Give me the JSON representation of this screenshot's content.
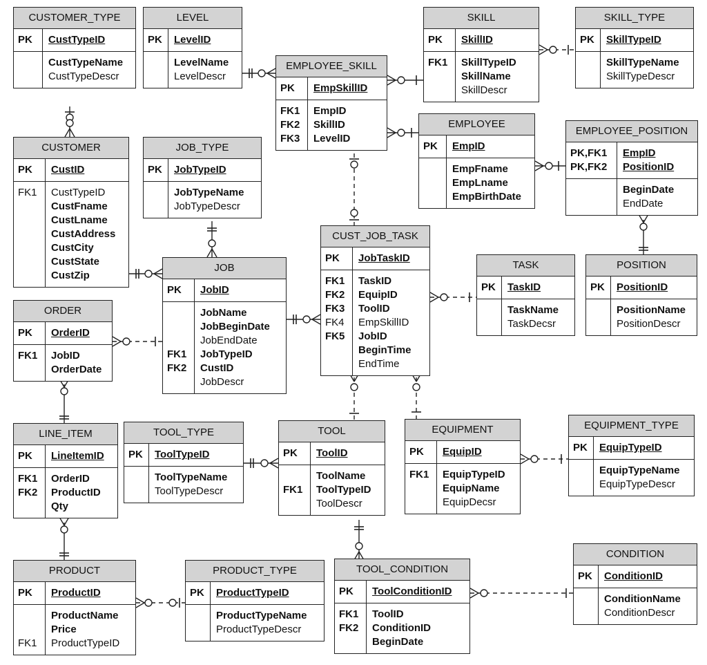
{
  "entities": {
    "customer_type": {
      "name": "CUSTOMER_TYPE",
      "pk": [
        {
          "key": "PK",
          "field": "CustTypeID"
        }
      ],
      "attrs": [
        {
          "key": "",
          "field": "CustTypeName",
          "bold": true
        },
        {
          "key": "",
          "field": "CustTypeDescr",
          "bold": false
        }
      ]
    },
    "level": {
      "name": "LEVEL",
      "pk": [
        {
          "key": "PK",
          "field": "LevelID"
        }
      ],
      "attrs": [
        {
          "key": "",
          "field": "LevelName",
          "bold": true
        },
        {
          "key": "",
          "field": "LevelDescr",
          "bold": false
        }
      ]
    },
    "employee_skill": {
      "name": "EMPLOYEE_SKILL",
      "pk": [
        {
          "key": "PK",
          "field": "EmpSkillID"
        }
      ],
      "attrs": [
        {
          "key": "FK1",
          "field": "EmpID",
          "bold": true
        },
        {
          "key": "FK2",
          "field": "SkillID",
          "bold": true
        },
        {
          "key": "FK3",
          "field": "LevelID",
          "bold": true
        }
      ]
    },
    "skill": {
      "name": "SKILL",
      "pk": [
        {
          "key": "PK",
          "field": "SkillID"
        }
      ],
      "attrs": [
        {
          "key": "FK1",
          "field": "SkillTypeID",
          "bold": true
        },
        {
          "key": "",
          "field": "SkillName",
          "bold": true
        },
        {
          "key": "",
          "field": "SkillDescr",
          "bold": false
        }
      ]
    },
    "skill_type": {
      "name": "SKILL_TYPE",
      "pk": [
        {
          "key": "PK",
          "field": "SkillTypeID"
        }
      ],
      "attrs": [
        {
          "key": "",
          "field": "SkillTypeName",
          "bold": true
        },
        {
          "key": "",
          "field": "SkillTypeDescr",
          "bold": false
        }
      ]
    },
    "customer": {
      "name": "CUSTOMER",
      "pk": [
        {
          "key": "PK",
          "field": "CustID"
        }
      ],
      "attrs": [
        {
          "key": "FK1",
          "field": "CustTypeID",
          "bold": false
        },
        {
          "key": "",
          "field": "CustFname",
          "bold": true
        },
        {
          "key": "",
          "field": "CustLname",
          "bold": true
        },
        {
          "key": "",
          "field": "CustAddress",
          "bold": true
        },
        {
          "key": "",
          "field": "CustCity",
          "bold": true
        },
        {
          "key": "",
          "field": "CustState",
          "bold": true
        },
        {
          "key": "",
          "field": "CustZip",
          "bold": true
        }
      ]
    },
    "job_type": {
      "name": "JOB_TYPE",
      "pk": [
        {
          "key": "PK",
          "field": "JobTypeID"
        }
      ],
      "attrs": [
        {
          "key": "",
          "field": "JobTypeName",
          "bold": true
        },
        {
          "key": "",
          "field": "JobTypeDescr",
          "bold": false
        }
      ]
    },
    "employee": {
      "name": "EMPLOYEE",
      "pk": [
        {
          "key": "PK",
          "field": "EmpID"
        }
      ],
      "attrs": [
        {
          "key": "",
          "field": "EmpFname",
          "bold": true
        },
        {
          "key": "",
          "field": "EmpLname",
          "bold": true
        },
        {
          "key": "",
          "field": "EmpBirthDate",
          "bold": true
        }
      ]
    },
    "employee_position": {
      "name": "EMPLOYEE_POSITION",
      "pk": [
        {
          "key": "PK,FK1",
          "field": "EmpID"
        },
        {
          "key": "PK,FK2",
          "field": "PositionID"
        }
      ],
      "attrs": [
        {
          "key": "",
          "field": "BeginDate",
          "bold": true
        },
        {
          "key": "",
          "field": "EndDate",
          "bold": false
        }
      ]
    },
    "cust_job_task": {
      "name": "CUST_JOB_TASK",
      "pk": [
        {
          "key": "PK",
          "field": "JobTaskID"
        }
      ],
      "attrs": [
        {
          "key": "FK1",
          "field": "TaskID",
          "bold": true
        },
        {
          "key": "FK2",
          "field": "EquipID",
          "bold": true
        },
        {
          "key": "FK3",
          "field": "ToolID",
          "bold": true
        },
        {
          "key": "FK4",
          "field": "EmpSkillID",
          "bold": false
        },
        {
          "key": "FK5",
          "field": "JobID",
          "bold": true
        },
        {
          "key": "",
          "field": "BeginTime",
          "bold": true
        },
        {
          "key": "",
          "field": "EndTime",
          "bold": false
        }
      ]
    },
    "task": {
      "name": "TASK",
      "pk": [
        {
          "key": "PK",
          "field": "TaskID"
        }
      ],
      "attrs": [
        {
          "key": "",
          "field": "TaskName",
          "bold": true
        },
        {
          "key": "",
          "field": "TaskDecsr",
          "bold": false
        }
      ]
    },
    "position": {
      "name": "POSITION",
      "pk": [
        {
          "key": "PK",
          "field": "PositionID"
        }
      ],
      "attrs": [
        {
          "key": "",
          "field": "PositionName",
          "bold": true
        },
        {
          "key": "",
          "field": "PositionDescr",
          "bold": false
        }
      ]
    },
    "job": {
      "name": "JOB",
      "pk": [
        {
          "key": "PK",
          "field": "JobID"
        }
      ],
      "attrs": [
        {
          "key": "",
          "field": "JobName",
          "bold": true
        },
        {
          "key": "",
          "field": "JobBeginDate",
          "bold": true
        },
        {
          "key": "",
          "field": "JobEndDate",
          "bold": false
        },
        {
          "key": "FK1",
          "field": "JobTypeID",
          "bold": true
        },
        {
          "key": "FK2",
          "field": "CustID",
          "bold": true
        },
        {
          "key": "",
          "field": "JobDescr",
          "bold": false
        }
      ]
    },
    "order": {
      "name": "ORDER",
      "pk": [
        {
          "key": "PK",
          "field": "OrderID"
        }
      ],
      "attrs": [
        {
          "key": "FK1",
          "field": "JobID",
          "bold": true
        },
        {
          "key": "",
          "field": "OrderDate",
          "bold": true
        }
      ]
    },
    "line_item": {
      "name": "LINE_ITEM",
      "pk": [
        {
          "key": "PK",
          "field": "LineItemID"
        }
      ],
      "attrs": [
        {
          "key": "FK1",
          "field": "OrderID",
          "bold": true
        },
        {
          "key": "FK2",
          "field": "ProductID",
          "bold": true
        },
        {
          "key": "",
          "field": "Qty",
          "bold": true
        }
      ]
    },
    "tool_type": {
      "name": "TOOL_TYPE",
      "pk": [
        {
          "key": "PK",
          "field": "ToolTypeID"
        }
      ],
      "attrs": [
        {
          "key": "",
          "field": "ToolTypeName",
          "bold": true
        },
        {
          "key": "",
          "field": "ToolTypeDescr",
          "bold": false
        }
      ]
    },
    "tool": {
      "name": "TOOL",
      "pk": [
        {
          "key": "PK",
          "field": "ToolID"
        }
      ],
      "attrs": [
        {
          "key": "",
          "field": "ToolName",
          "bold": true
        },
        {
          "key": "FK1",
          "field": "ToolTypeID",
          "bold": true
        },
        {
          "key": "",
          "field": "ToolDescr",
          "bold": false
        }
      ]
    },
    "equipment": {
      "name": "EQUIPMENT",
      "pk": [
        {
          "key": "PK",
          "field": "EquipID"
        }
      ],
      "attrs": [
        {
          "key": "FK1",
          "field": "EquipTypeID",
          "bold": true
        },
        {
          "key": "",
          "field": "EquipName",
          "bold": true
        },
        {
          "key": "",
          "field": "EquipDecsr",
          "bold": false
        }
      ]
    },
    "equipment_type": {
      "name": "EQUIPMENT_TYPE",
      "pk": [
        {
          "key": "PK",
          "field": "EquipTypeID"
        }
      ],
      "attrs": [
        {
          "key": "",
          "field": "EquipTypeName",
          "bold": true
        },
        {
          "key": "",
          "field": "EquipTypeDescr",
          "bold": false
        }
      ]
    },
    "product": {
      "name": "PRODUCT",
      "pk": [
        {
          "key": "PK",
          "field": "ProductID"
        }
      ],
      "attrs": [
        {
          "key": "",
          "field": "ProductName",
          "bold": true
        },
        {
          "key": "",
          "field": "Price",
          "bold": true
        },
        {
          "key": "FK1",
          "field": "ProductTypeID",
          "bold": false
        }
      ]
    },
    "product_type": {
      "name": "PRODUCT_TYPE",
      "pk": [
        {
          "key": "PK",
          "field": "ProductTypeID"
        }
      ],
      "attrs": [
        {
          "key": "",
          "field": "ProductTypeName",
          "bold": true
        },
        {
          "key": "",
          "field": "ProductTypeDescr",
          "bold": false
        }
      ]
    },
    "tool_condition": {
      "name": "TOOL_CONDITION",
      "pk": [
        {
          "key": "PK",
          "field": "ToolConditionID"
        }
      ],
      "attrs": [
        {
          "key": "FK1",
          "field": "ToolID",
          "bold": true
        },
        {
          "key": "FK2",
          "field": "ConditionID",
          "bold": true
        },
        {
          "key": "",
          "field": "BeginDate",
          "bold": true
        }
      ]
    },
    "condition": {
      "name": "CONDITION",
      "pk": [
        {
          "key": "PK",
          "field": "ConditionID"
        }
      ],
      "attrs": [
        {
          "key": "",
          "field": "ConditionName",
          "bold": true
        },
        {
          "key": "",
          "field": "ConditionDescr",
          "bold": false
        }
      ]
    }
  },
  "relationships": [
    {
      "one": "customer_type",
      "many": "customer",
      "one_card": "zero-or-one",
      "many_card": "zero-or-many",
      "identifying": true
    },
    {
      "one": "level",
      "many": "employee_skill",
      "one_card": "one",
      "many_card": "zero-or-many",
      "identifying": true
    },
    {
      "one": "skill",
      "many": "employee_skill",
      "one_card": "one",
      "many_card": "zero-or-many",
      "identifying": true
    },
    {
      "one": "skill_type",
      "many": "skill",
      "one_card": "one",
      "many_card": "zero-or-many",
      "identifying": false
    },
    {
      "one": "employee",
      "many": "employee_skill",
      "one_card": "one",
      "many_card": "zero-or-many",
      "identifying": true
    },
    {
      "one": "employee",
      "many": "employee_position",
      "one_card": "one",
      "many_card": "zero-or-many",
      "identifying": true
    },
    {
      "one": "position",
      "many": "employee_position",
      "one_card": "one",
      "many_card": "zero-or-many",
      "identifying": true
    },
    {
      "one": "employee_skill",
      "many": "cust_job_task",
      "one_card": "zero-or-one",
      "many_card": "zero-or-one",
      "identifying": false
    },
    {
      "one": "customer",
      "many": "job",
      "one_card": "one",
      "many_card": "zero-or-many",
      "identifying": true
    },
    {
      "one": "job_type",
      "many": "job",
      "one_card": "one",
      "many_card": "zero-or-many",
      "identifying": true
    },
    {
      "one": "job",
      "many": "cust_job_task",
      "one_card": "one",
      "many_card": "zero-or-many",
      "identifying": true
    },
    {
      "one": "job",
      "many": "order",
      "one_card": "one",
      "many_card": "zero-or-many",
      "identifying": false
    },
    {
      "one": "task",
      "many": "cust_job_task",
      "one_card": "one",
      "many_card": "zero-or-many",
      "identifying": false
    },
    {
      "one": "order",
      "many": "line_item",
      "one_card": "one",
      "many_card": "zero-or-many",
      "identifying": true
    },
    {
      "one": "product",
      "many": "line_item",
      "one_card": "one",
      "many_card": "zero-or-many",
      "identifying": true
    },
    {
      "one": "tool",
      "many": "cust_job_task",
      "one_card": "one",
      "many_card": "zero-or-many",
      "identifying": false
    },
    {
      "one": "equipment",
      "many": "cust_job_task",
      "one_card": "one",
      "many_card": "zero-or-many",
      "identifying": false
    },
    {
      "one": "tool_type",
      "many": "tool",
      "one_card": "one",
      "many_card": "zero-or-many",
      "identifying": true
    },
    {
      "one": "equipment_type",
      "many": "equipment",
      "one_card": "one",
      "many_card": "zero-or-many",
      "identifying": false
    },
    {
      "one": "tool",
      "many": "tool_condition",
      "one_card": "one",
      "many_card": "zero-or-many",
      "identifying": true
    },
    {
      "one": "product_type",
      "many": "product",
      "one_card": "zero-or-one",
      "many_card": "zero-or-many",
      "identifying": false
    },
    {
      "one": "condition",
      "many": "tool_condition",
      "one_card": "one",
      "many_card": "zero-or-many",
      "identifying": false
    }
  ]
}
